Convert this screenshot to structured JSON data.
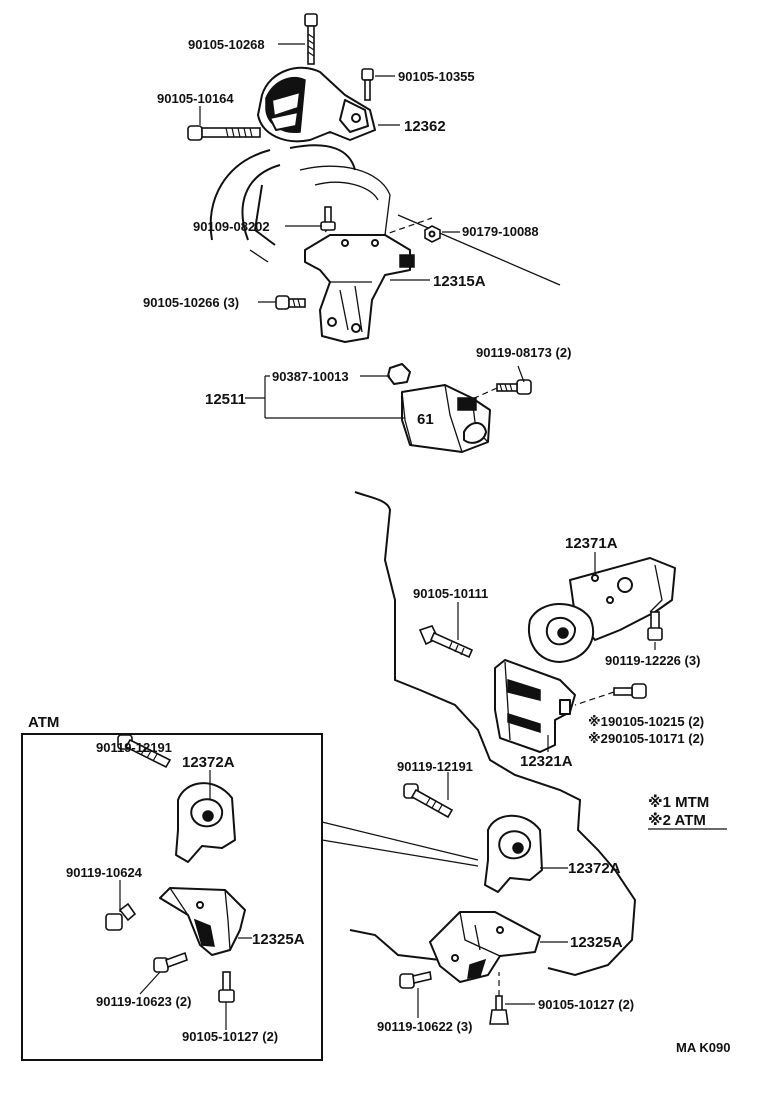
{
  "parts": {
    "p1": "90105-10268",
    "p2": "90105-10355",
    "p3": "90105-10164",
    "p4": "12362",
    "p5": "90109-08202",
    "p6": "90179-10088",
    "p7": "12315A",
    "p8": "90105-10266 (3)",
    "p9": "90119-08173 (2)",
    "p10": "90387-10013",
    "p11": "12511",
    "p12": "12371A",
    "p13": "90105-10111",
    "p14": "90119-12226 (3)",
    "p15": "90105-10215 (2)",
    "p16": "90105-10171 (2)",
    "p17": "12321A",
    "p18": "90119-12191",
    "p19": "12372A",
    "p20": "12325A",
    "p21": "90105-10127 (2)",
    "p22": "90119-10622 (3)",
    "a1": "90119-12191",
    "a2": "12372A",
    "a3": "90119-10624",
    "a4": "12325A",
    "a5": "90119-10623 (2)",
    "a6": "90105-10127 (2)"
  },
  "marks": {
    "m1": "※1",
    "m2": "※2"
  },
  "legend": {
    "l1": "※1 MTM",
    "l2": "※2 ATM"
  },
  "atm_box_title": "ATM",
  "figure_code": "MA K090"
}
